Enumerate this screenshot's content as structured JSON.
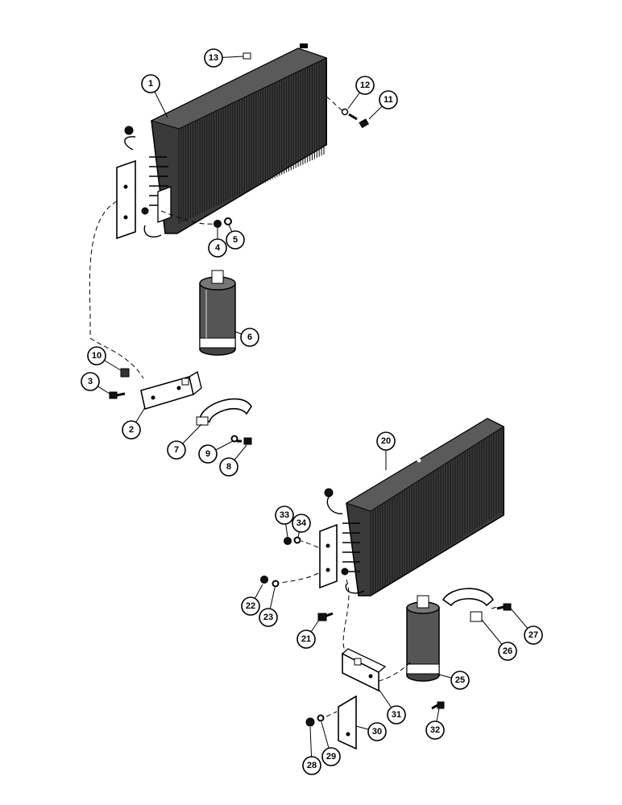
{
  "colors": {
    "ink": "#000000",
    "paper": "#ffffff"
  },
  "callouts": [
    {
      "id": "c1",
      "label": "1"
    },
    {
      "id": "c2",
      "label": "2"
    },
    {
      "id": "c3",
      "label": "3"
    },
    {
      "id": "c4",
      "label": "4"
    },
    {
      "id": "c5",
      "label": "5"
    },
    {
      "id": "c6",
      "label": "6"
    },
    {
      "id": "c7",
      "label": "7"
    },
    {
      "id": "c8",
      "label": "8"
    },
    {
      "id": "c9",
      "label": "9"
    },
    {
      "id": "c10",
      "label": "10"
    },
    {
      "id": "c11",
      "label": "11"
    },
    {
      "id": "c12",
      "label": "12"
    },
    {
      "id": "c13",
      "label": "13"
    },
    {
      "id": "c20",
      "label": "20"
    },
    {
      "id": "c21",
      "label": "21"
    },
    {
      "id": "c22",
      "label": "22"
    },
    {
      "id": "c23",
      "label": "23"
    },
    {
      "id": "c25",
      "label": "25"
    },
    {
      "id": "c26",
      "label": "26"
    },
    {
      "id": "c27",
      "label": "27"
    },
    {
      "id": "c28",
      "label": "28"
    },
    {
      "id": "c29",
      "label": "29"
    },
    {
      "id": "c30",
      "label": "30"
    },
    {
      "id": "c31",
      "label": "31"
    },
    {
      "id": "c32",
      "label": "32"
    },
    {
      "id": "c33",
      "label": "33"
    },
    {
      "id": "c34",
      "label": "34"
    }
  ]
}
